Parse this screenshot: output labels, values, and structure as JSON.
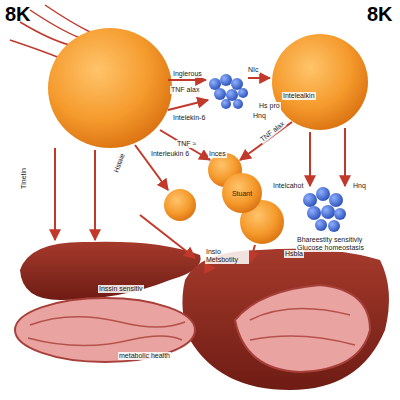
{
  "diagram": {
    "nodes": [
      {
        "text": [
          "Stuant"
        ]
      }
    ],
    "labels": [
      "8K",
      "8K",
      "Inglerous",
      "NIc",
      "TNF alax",
      "Intelealkin",
      "Hs pro",
      "Intelekin-6",
      "Hnq",
      "TNF ≈",
      "Interleukin 6",
      "Inces",
      "TNF alax",
      "Intelcahot",
      "Hnq",
      "Tlnetin",
      "Hstaie",
      "Bhareestity sensitivly Glucose homeostasis",
      "Insio Metsbotity",
      "Hsbla",
      "Inssin sensitiv",
      "metabolic health"
    ]
  }
}
